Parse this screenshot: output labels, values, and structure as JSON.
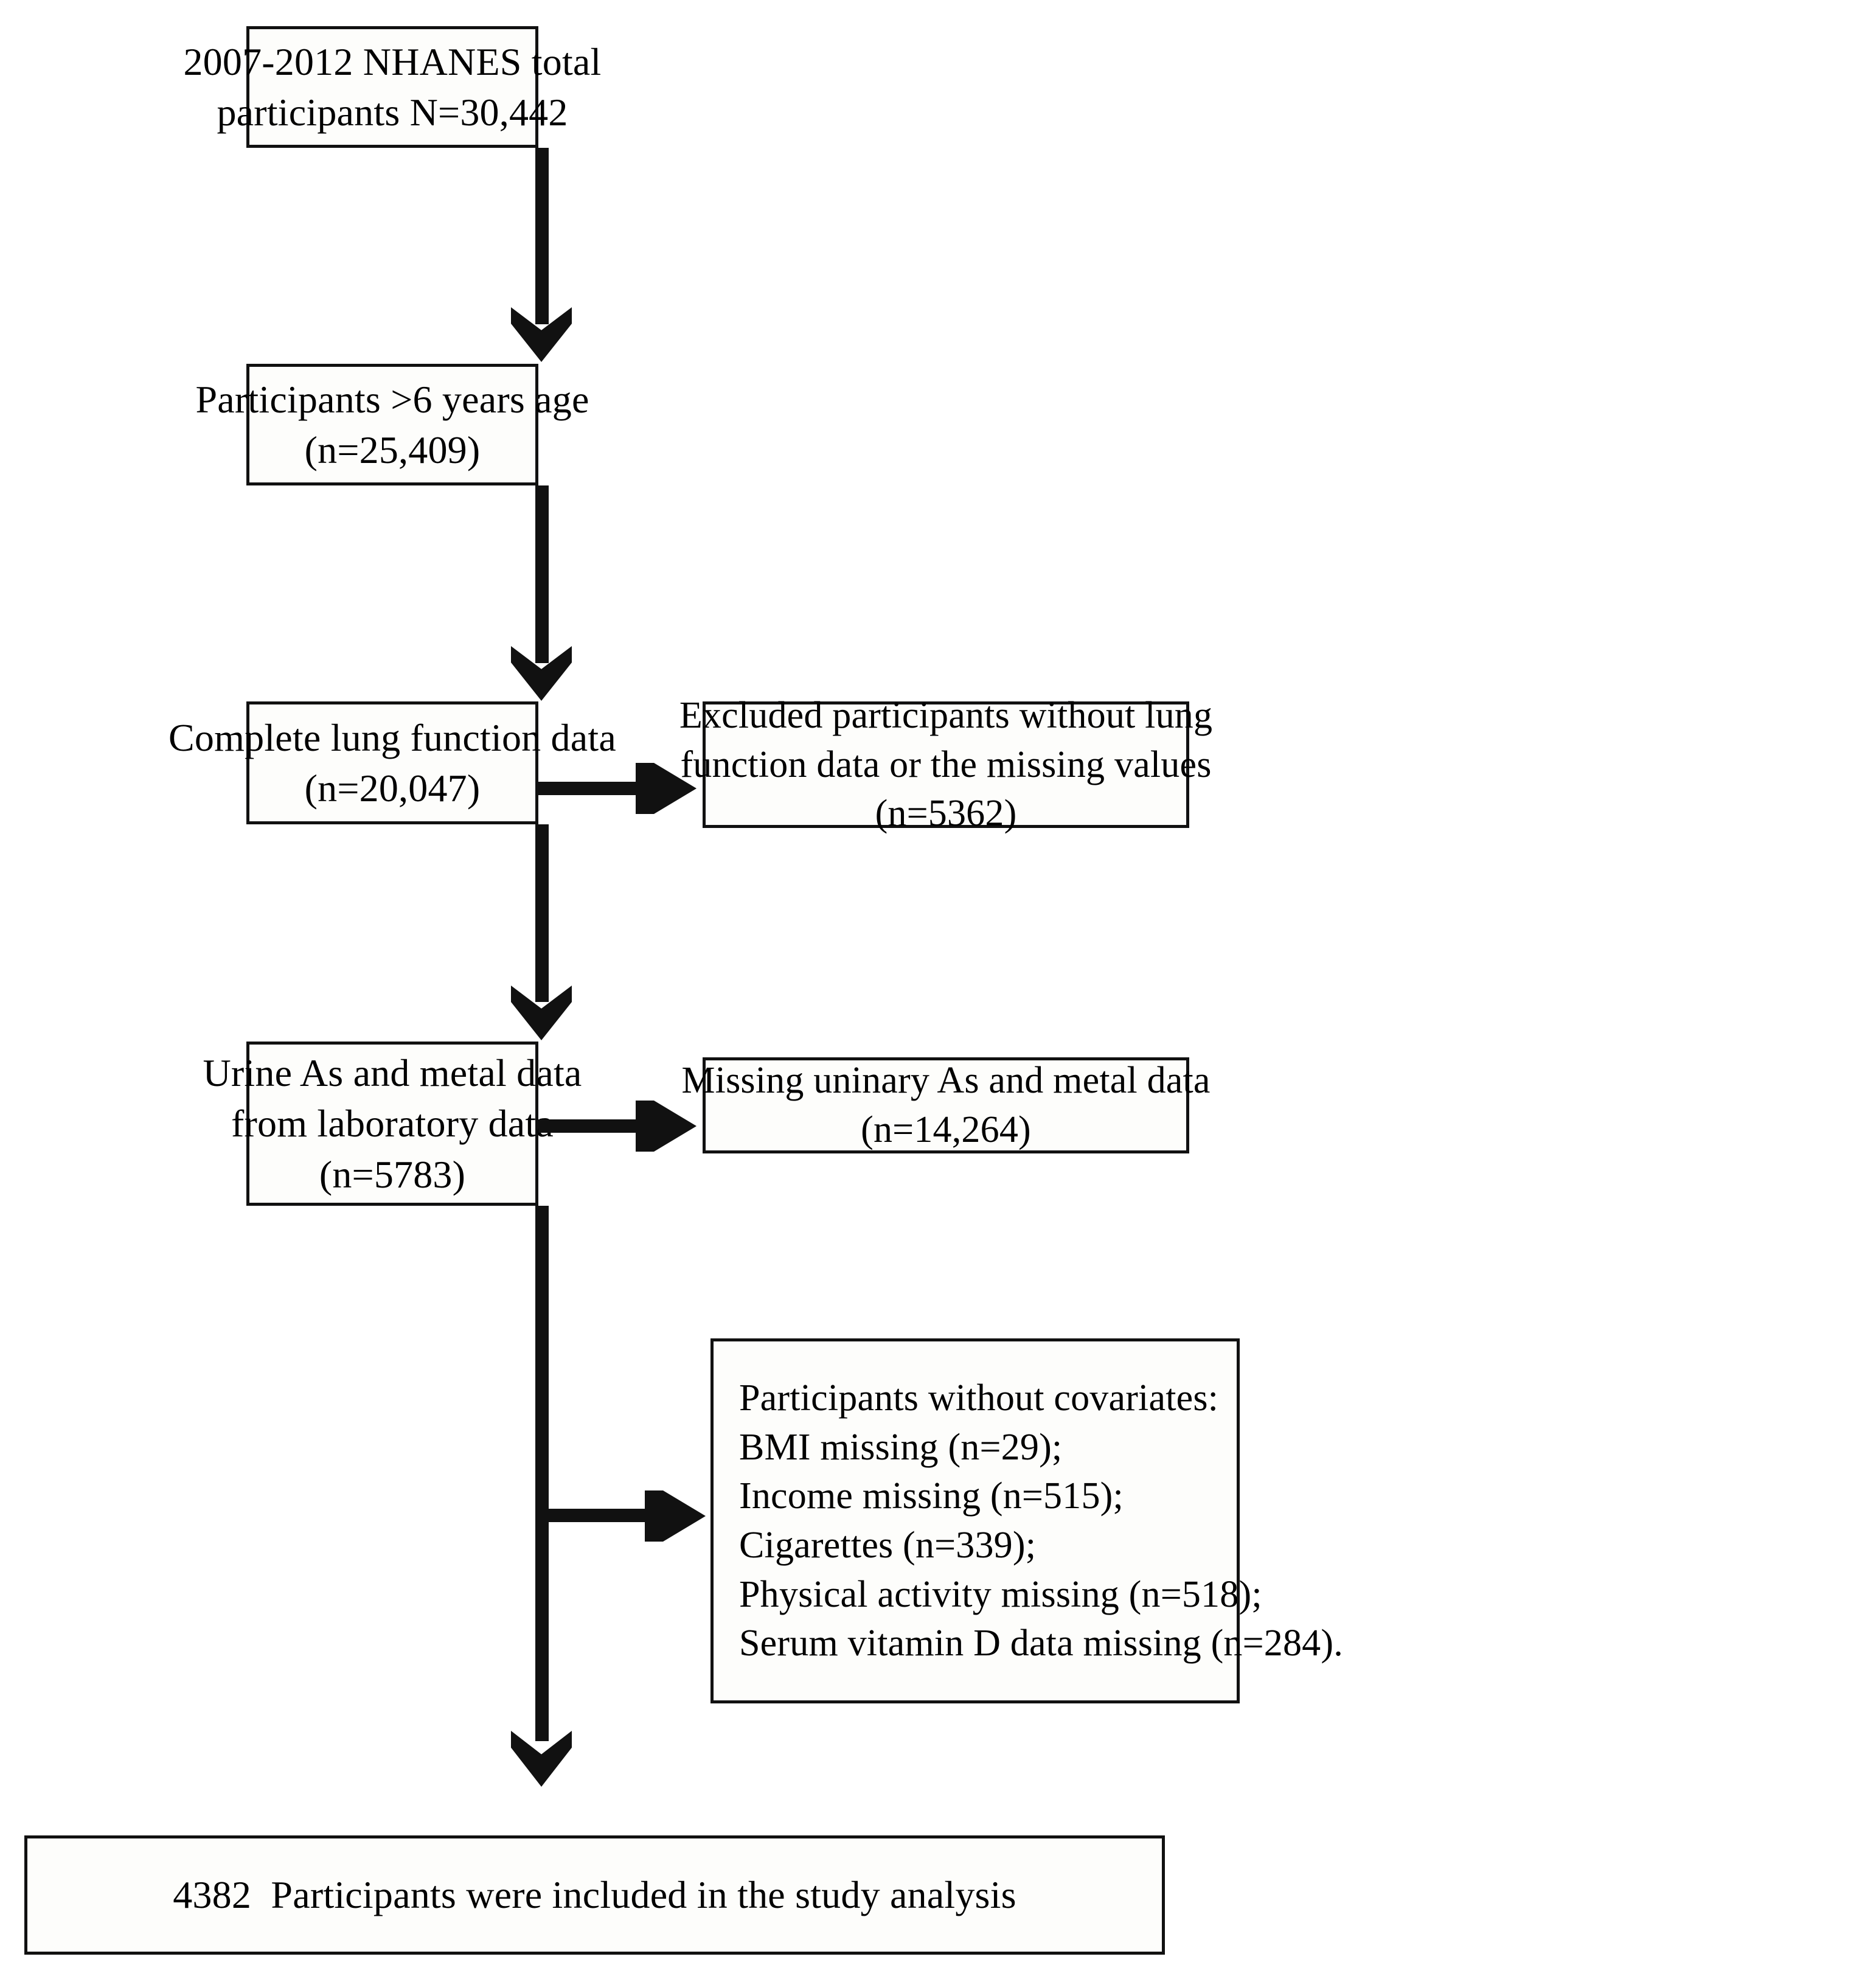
{
  "diagram": {
    "type": "flowchart",
    "title": "NHANES study participant selection flow",
    "orientation": "top-to-bottom",
    "colors": {
      "box_border": "#111111",
      "box_fill": "#fdfdfb",
      "arrow": "#111111",
      "text": "#000000",
      "background": "#ffffff"
    }
  },
  "nodes": {
    "total_participants": {
      "id": "n1",
      "lines": [
        "2007-2012 NHANES total",
        "participants N=30,442"
      ]
    },
    "age_filter": {
      "id": "n2",
      "lines": [
        "Participants >6 years age",
        "(n=25,409)"
      ]
    },
    "lung_function": {
      "id": "n3",
      "lines": [
        "Complete lung function data",
        "(n=20,047)"
      ]
    },
    "urine_metals": {
      "id": "n4",
      "lines": [
        "Urine As and metal data",
        "from laboratory data",
        "(n=5783)"
      ]
    },
    "final_analysis": {
      "id": "n5",
      "lines": [
        "4382  Participants were included in the study analysis"
      ]
    }
  },
  "exclusions": {
    "no_lung_function": {
      "id": "e1",
      "lines": [
        "Excluded participants without lung",
        "function data or the missing values",
        "(n=5362)"
      ]
    },
    "missing_urine": {
      "id": "e2",
      "lines": [
        "Missing uninary As and metal data",
        "(n=14,264)"
      ]
    },
    "missing_covariates": {
      "id": "e3",
      "lines": [
        "Participants without covariates:",
        "BMI missing (n=29);",
        "Income missing (n=515);",
        "Cigarettes (n=339);",
        "Physical activity missing (n=518);",
        "Serum vitamin D data missing (n=284)."
      ]
    }
  },
  "edges": [
    {
      "from": "total_participants",
      "to": "age_filter",
      "direction": "down",
      "label": ""
    },
    {
      "from": "age_filter",
      "to": "lung_function",
      "direction": "down",
      "label": ""
    },
    {
      "from": "lung_function",
      "to": "no_lung_function",
      "direction": "right",
      "label": ""
    },
    {
      "from": "lung_function",
      "to": "urine_metals",
      "direction": "down",
      "label": ""
    },
    {
      "from": "urine_metals",
      "to": "missing_urine",
      "direction": "right",
      "label": ""
    },
    {
      "from": "urine_metals",
      "to": "missing_covariates",
      "direction": "right",
      "label": ""
    },
    {
      "from": "urine_metals",
      "to": "final_analysis",
      "direction": "down",
      "label": ""
    }
  ]
}
